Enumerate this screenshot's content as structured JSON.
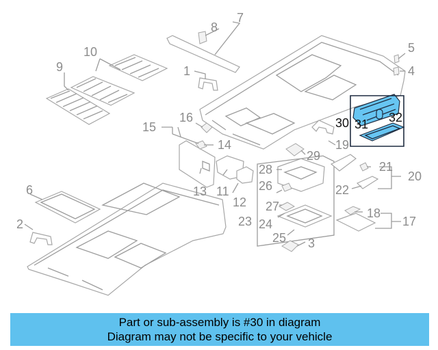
{
  "banner": {
    "line1": "Part or sub-assembly is #30 in diagram",
    "line2": "Diagram may not be specific to your vehicle"
  },
  "highlight_color": "#67c5f2",
  "callouts": [
    "1",
    "2",
    "3",
    "4",
    "5",
    "6",
    "7",
    "8",
    "9",
    "10",
    "11",
    "12",
    "13",
    "14",
    "15",
    "16",
    "17",
    "18",
    "19",
    "20",
    "21",
    "22",
    "23",
    "24",
    "25",
    "26",
    "27",
    "28",
    "29",
    "30",
    "31",
    "32"
  ],
  "highlighted_part": "30"
}
